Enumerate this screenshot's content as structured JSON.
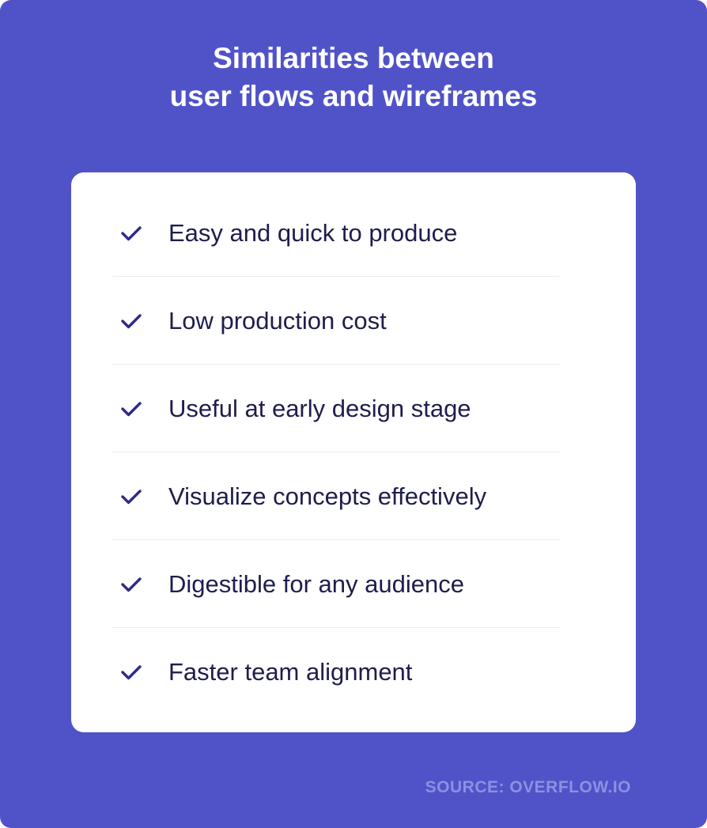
{
  "colors": {
    "background": "#5053C8",
    "card": "#FFFFFF",
    "text": "#1F1D4D",
    "check": "#2E2A8A",
    "source": "#8C90E3"
  },
  "title": {
    "line1": "Similarities between",
    "line2": "user flows and wireframes"
  },
  "list": {
    "icon": "checkmark-icon",
    "items": [
      {
        "label": "Easy and quick to produce"
      },
      {
        "label": "Low production cost"
      },
      {
        "label": "Useful at early design stage"
      },
      {
        "label": "Visualize concepts effectively"
      },
      {
        "label": "Digestible for any audience"
      },
      {
        "label": "Faster team alignment"
      }
    ]
  },
  "source": "SOURCE: OVERFLOW.IO"
}
